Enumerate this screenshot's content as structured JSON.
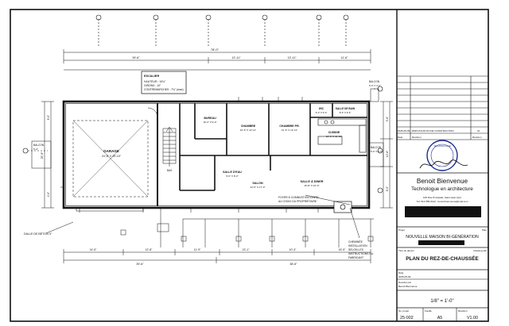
{
  "plan": {
    "stair_note": {
      "title": "ESCALIER",
      "lines": [
        "HAUTEUR : 10¾\"",
        "GIRONS : 10\"",
        "CONTREMARCHES : 7¾\" (max)"
      ]
    },
    "rooms": [
      {
        "name": "GARAGE",
        "size": "24'-8\" X 39'-10\""
      },
      {
        "name": "BUREAU",
        "size": "10'-0\" X 9'-0\""
      },
      {
        "name": "CHAMBRE",
        "size": "10'-6\" X 12'-11\""
      },
      {
        "name": "CHAMBRE PR.",
        "size": "12'-6\" X 12'-11\""
      },
      {
        "name": "CUISINE",
        "size": "12'-6\" X 11'-10\""
      },
      {
        "name": "SALLE D'EAU",
        "size": "5'-0\" X 8'-0\""
      },
      {
        "name": "SALON",
        "size": "13'-0\" X 17'-0\""
      },
      {
        "name": "SALLE À DINER",
        "size": "15'-8\" X 10'-0\""
      },
      {
        "name": "SALLE DE BAIN",
        "size": "8'-6\" X 9'-6\""
      },
      {
        "name": "WIC",
        "size": "6'-0\" X 5'-0\""
      }
    ],
    "notes": [
      {
        "id": "foyer",
        "lines": [
          "FOYER À COMBUSTION LENTE",
          "AU CHOIX DU PROPRIÉTAIRE"
        ]
      },
      {
        "id": "cheminee",
        "lines": [
          "CHEMINÉE",
          "INSTALLATION",
          "SELON LES",
          "INSTRUCTIONS DU",
          "FABRICANT"
        ]
      },
      {
        "id": "dalle",
        "lines": [
          "DALLE DE BÉTON 4\""
        ]
      },
      {
        "id": "balcon_left",
        "lines": [
          "BALCON",
          "5'-0\""
        ]
      },
      {
        "id": "balcon_right",
        "lines": [
          "BALCON",
          "5'-0\" X 4'-0\""
        ]
      },
      {
        "id": "balcon_top",
        "lines": [
          "BALCON",
          "5'-0\" X 4'-0\""
        ]
      },
      {
        "id": "bas",
        "lines": [
          "BAS"
        ]
      }
    ],
    "dimensions": {
      "overall_top": "78'-0\"",
      "top_segments": [
        "39'-6\"",
        "12'-11\"",
        "13'-11\"",
        "11'-6\""
      ],
      "bottom_segments": [
        "14'-5\"",
        "12'-8\"",
        "11'-9\"",
        "13'-1\"",
        "10'-4\"",
        "15'-9\""
      ],
      "bottom_overall": [
        "39'-6\"",
        "38'-6\""
      ],
      "left_side": [
        "25'-9\"",
        "8'-0\"",
        "4'-0\""
      ],
      "right_side": [
        "5'-6\"",
        "12'-8\"",
        "8'-0\""
      ]
    }
  },
  "title_block": {
    "revision": {
      "date": "2025-05-09",
      "description": "ÉMIS POUR FIN DE CONSTRUCTION",
      "number": "01"
    },
    "revision_headers": [
      "Date",
      "Révision",
      "Révision"
    ],
    "seal_text": "TECHNOLOGUE",
    "firm_name": "Benoit Bienvenue",
    "firm_title": "Technologue en architecture",
    "firm_address_lines": [
      "105 Rue Principale, Saint-Jean (Qc)",
      "Tél: 514 555-0142 · benoit.bienvenue@mail.com"
    ],
    "project_label": "Projet",
    "project_label_right": "Plan",
    "project_name": "NOUVELLE MAISON BI-GÉNÉRATION",
    "drawing_label": "Titre du dessin",
    "drawing_label_right": "Drawing title",
    "drawing_title": "PLAN DU REZ-DE-CHAUSSÉE",
    "date_label": "Date",
    "date_value": "2025-05-09",
    "drawn_label": "Dessiné par",
    "drawn_value": "Benoit Bienvenue",
    "scale": "1/8\" = 1'-0\"",
    "footer_labels": [
      "No. projet",
      "Feuille",
      "Révision"
    ],
    "project_number": "25-002",
    "sheet_number": "A5",
    "version": "V1.00"
  }
}
